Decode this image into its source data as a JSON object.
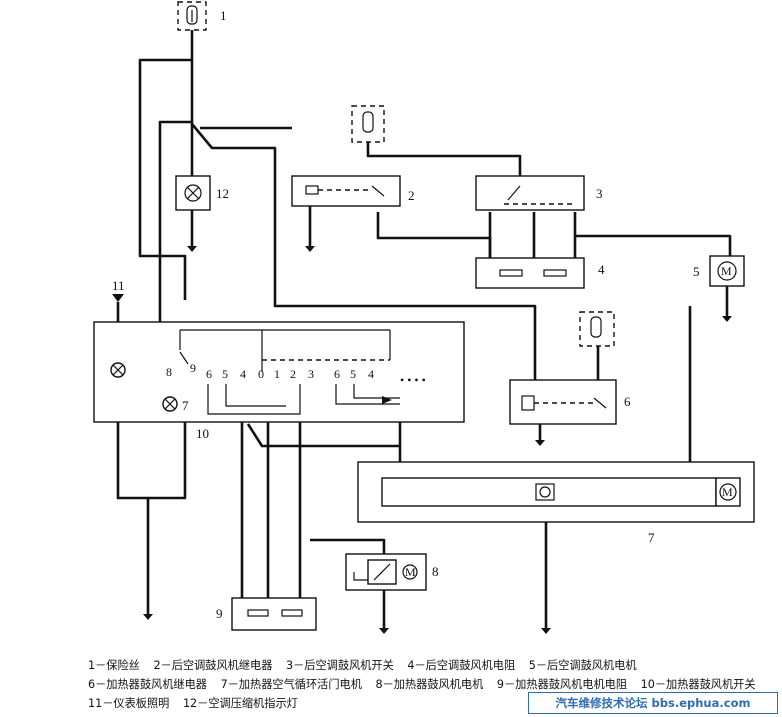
{
  "labels": {
    "n1": "1",
    "n2": "2",
    "n3": "3",
    "n4": "4",
    "n5": "5",
    "n6": "6",
    "n7": "7",
    "n8": "8",
    "n9": "9",
    "n10": "10",
    "n11": "11",
    "n12": "12",
    "n7b": "7",
    "n9b": "9"
  },
  "switch_pins": [
    "8",
    "9",
    "6",
    "5",
    "4",
    "0",
    "1",
    "2",
    "3",
    "6",
    "5",
    "4"
  ],
  "legend": [
    "1－保险丝",
    "2－后空调鼓风机继电器",
    "3－后空调鼓风机开关",
    "4－后空调鼓风机电阻",
    "5－后空调鼓风机电机",
    "6－加热器鼓风机继电器",
    "7－加热器空气循环活门电机",
    "8－加热器鼓风机电机",
    "9－加热器鼓风机电机电阻",
    "10－加热器鼓风机开关",
    "11－仪表板照明",
    "12－空调压缩机指示灯"
  ],
  "watermark": "汽车维修技术论坛 bbs.ephua.com"
}
